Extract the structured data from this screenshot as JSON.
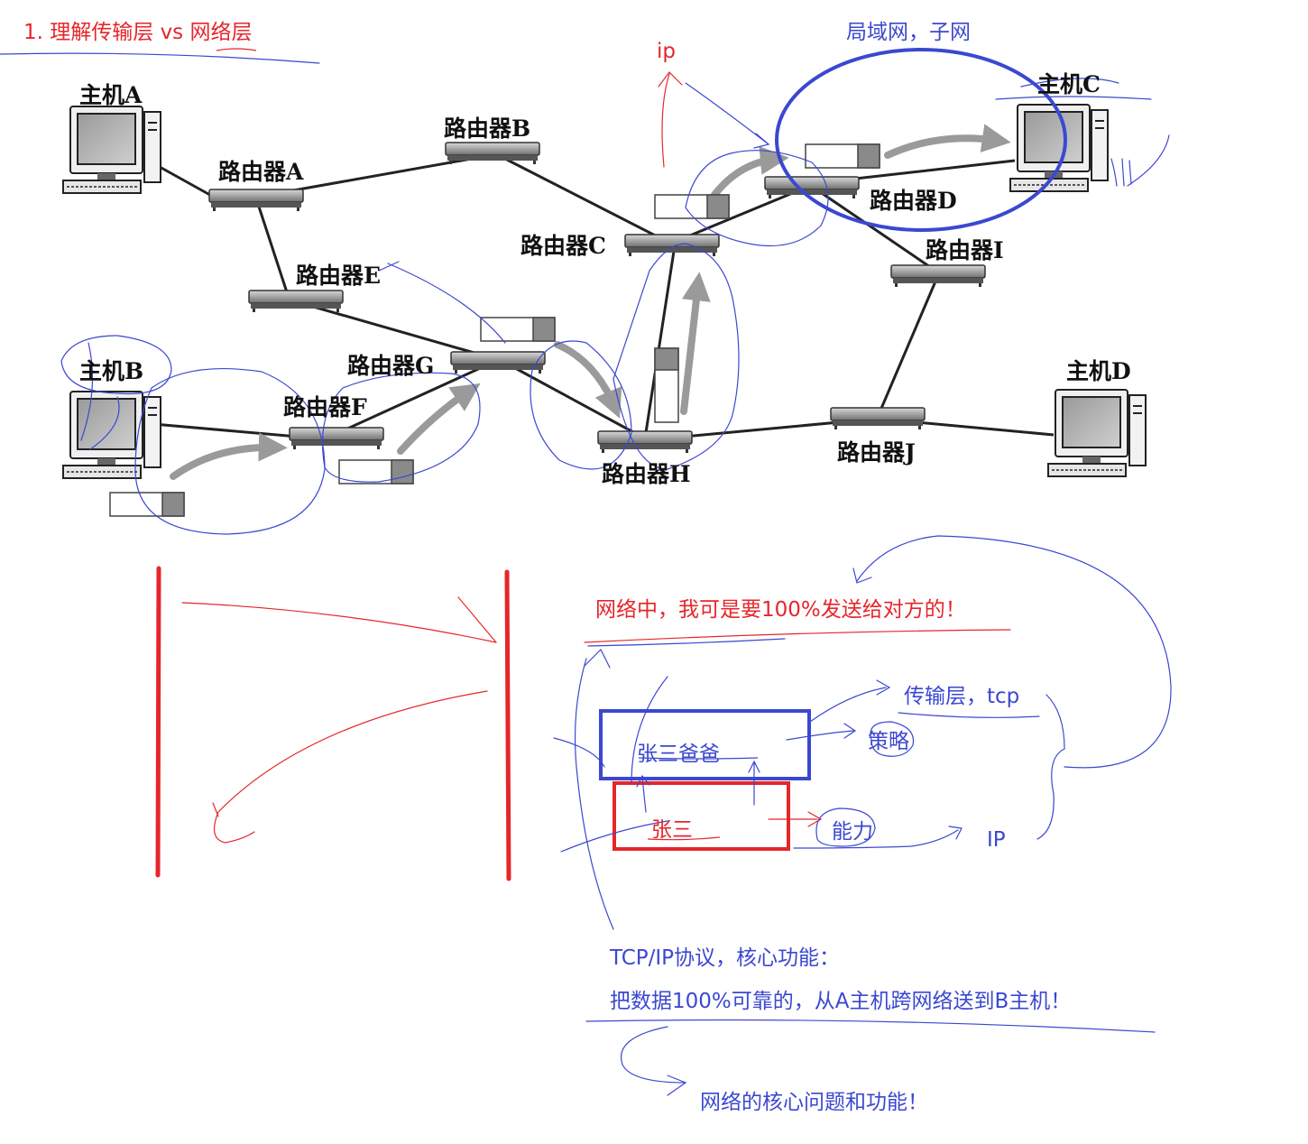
{
  "title": "1. 理解传输层 vs 网络层",
  "colors": {
    "annotation_red": "#e5262b",
    "annotation_blue": "#3b48d0",
    "router_body": "#a9a9a9",
    "packet_fill": "#888888",
    "arrow_gray": "#9a9a9a"
  },
  "network": {
    "hosts": [
      {
        "id": "A",
        "label": "主机A"
      },
      {
        "id": "B",
        "label": "主机B"
      },
      {
        "id": "C",
        "label": "主机C"
      },
      {
        "id": "D",
        "label": "主机D"
      }
    ],
    "routers": [
      {
        "id": "A",
        "label": "路由器A"
      },
      {
        "id": "B",
        "label": "路由器B"
      },
      {
        "id": "C",
        "label": "路由器C"
      },
      {
        "id": "D",
        "label": "路由器D"
      },
      {
        "id": "E",
        "label": "路由器E"
      },
      {
        "id": "F",
        "label": "路由器F"
      },
      {
        "id": "G",
        "label": "路由器G"
      },
      {
        "id": "H",
        "label": "路由器H"
      },
      {
        "id": "I",
        "label": "路由器I"
      },
      {
        "id": "J",
        "label": "路由器J"
      }
    ],
    "links": [
      [
        "host-A",
        "router-A"
      ],
      [
        "router-A",
        "router-B"
      ],
      [
        "router-B",
        "router-C"
      ],
      [
        "router-A",
        "router-E"
      ],
      [
        "router-E",
        "router-G"
      ],
      [
        "router-G",
        "router-F"
      ],
      [
        "host-B",
        "router-F"
      ],
      [
        "router-G",
        "router-H"
      ],
      [
        "router-H",
        "router-C"
      ],
      [
        "router-C",
        "router-D"
      ],
      [
        "router-D",
        "host-C"
      ],
      [
        "router-D",
        "router-I"
      ],
      [
        "router-I",
        "router-J"
      ],
      [
        "router-H",
        "router-J"
      ],
      [
        "router-J",
        "host-D"
      ]
    ]
  },
  "annotations": {
    "ip_label": "ip",
    "lan_label": "局域网，子网",
    "network_goal": "网络中，我可是要100%发送给对方的！",
    "zhangsan_dad": "张三爸爸",
    "zhangsan": "张三",
    "transport_tcp": "传输层，tcp",
    "strategy": "策略",
    "ability": "能力",
    "ip_layer": "IP",
    "tcpip_line1": "TCP/IP协议，核心功能：",
    "tcpip_line2": "把数据100%可靠的，从A主机跨网络送到B主机！",
    "core_problem": "网络的核心问题和功能！"
  }
}
